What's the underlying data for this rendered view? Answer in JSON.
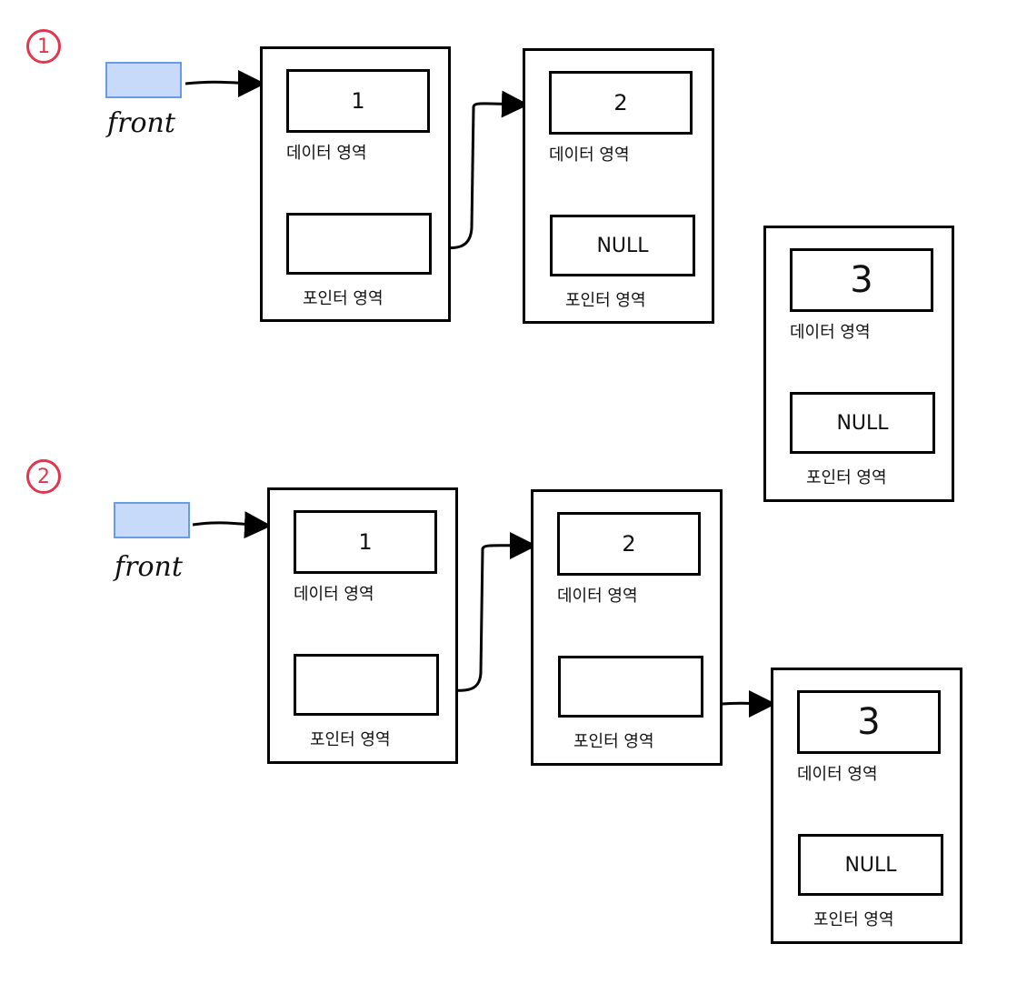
{
  "steps": [
    {
      "badge": "1",
      "front_label": "front",
      "nodes": [
        {
          "data": "1",
          "data_area_label": "데이터 영역",
          "pointer": "",
          "pointer_area_label": "포인터 영역"
        },
        {
          "data": "2",
          "data_area_label": "데이터 영역",
          "pointer": "NULL",
          "pointer_area_label": "포인터 영역"
        },
        {
          "data": "3",
          "data_area_label": "데이터 영역",
          "pointer": "NULL",
          "pointer_area_label": "포인터 영역"
        }
      ]
    },
    {
      "badge": "2",
      "front_label": "front",
      "nodes": [
        {
          "data": "1",
          "data_area_label": "데이터 영역",
          "pointer": "",
          "pointer_area_label": "포인터 영역"
        },
        {
          "data": "2",
          "data_area_label": "데이터 영역",
          "pointer": "",
          "pointer_area_label": "포인터 영역"
        },
        {
          "data": "3",
          "data_area_label": "데이터 영역",
          "pointer": "NULL",
          "pointer_area_label": "포인터 영역"
        }
      ]
    }
  ]
}
